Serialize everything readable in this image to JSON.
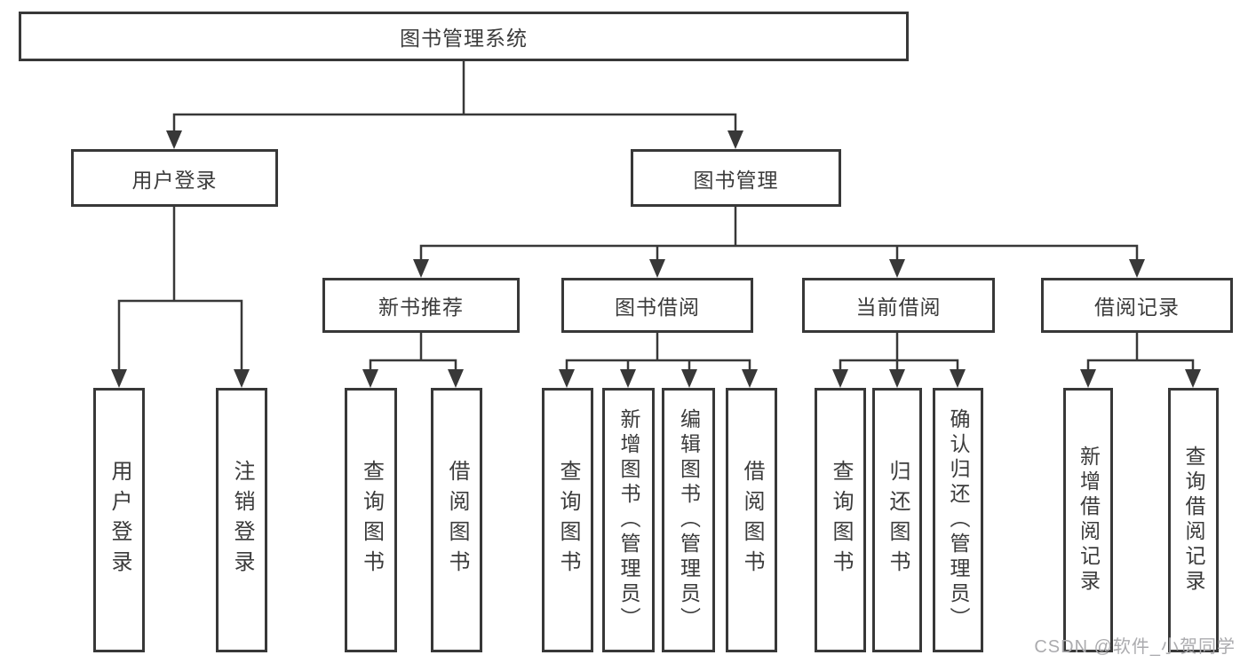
{
  "diagram": {
    "watermark": {
      "text": "CSDN @软件_小贺同学"
    },
    "colors": {
      "line": "#383838",
      "box_border": "#383838",
      "text": "#3b3b3b",
      "watermark": "#ababae",
      "background": "#ffffff"
    },
    "hierarchy": {
      "label": "图书管理系统",
      "children": [
        {
          "label": "用户登录",
          "children": [
            {
              "label": "用户登录"
            },
            {
              "label": "注销登录"
            }
          ]
        },
        {
          "label": "图书管理",
          "children": [
            {
              "label": "新书推荐",
              "children": [
                {
                  "label": "查询图书"
                },
                {
                  "label": "借阅图书"
                }
              ]
            },
            {
              "label": "图书借阅",
              "children": [
                {
                  "label": "查询图书"
                },
                {
                  "label": "新增图书（管理员）"
                },
                {
                  "label": "编辑图书（管理员）"
                },
                {
                  "label": "借阅图书"
                }
              ]
            },
            {
              "label": "当前借阅",
              "children": [
                {
                  "label": "查询图书"
                },
                {
                  "label": "归还图书"
                },
                {
                  "label": "确认归还（管理员）"
                }
              ]
            },
            {
              "label": "借阅记录",
              "children": [
                {
                  "label": "新增借阅记录"
                },
                {
                  "label": "查询借阅记录"
                }
              ]
            }
          ]
        }
      ]
    }
  }
}
